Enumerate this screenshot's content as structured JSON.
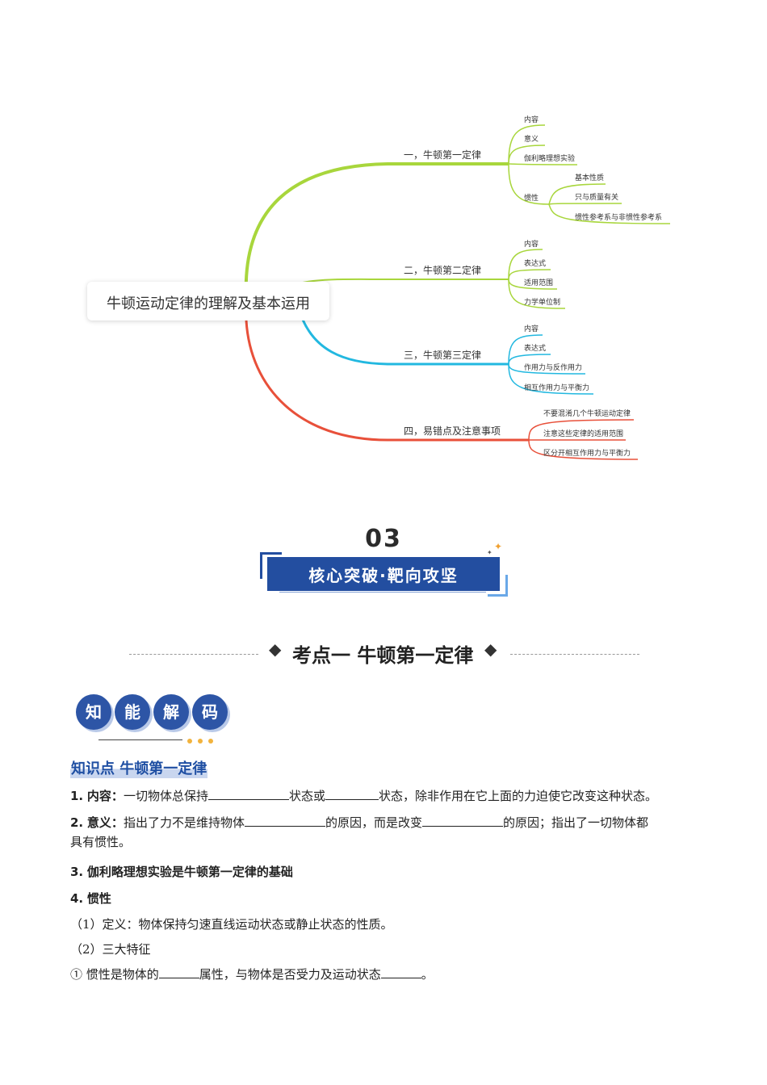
{
  "mindmap": {
    "root": "牛顿运动定律的理解及基本运用",
    "branch1": {
      "label": "一，牛顿第一定律",
      "items": [
        "内容",
        "意义",
        "伽利略理想实验",
        "惯性"
      ],
      "sub": [
        "基本性质",
        "只与质量有关",
        "惯性参考系与非惯性参考系"
      ]
    },
    "branch2": {
      "label": "二，牛顿第二定律",
      "items": [
        "内容",
        "表达式",
        "适用范围",
        "力学单位制"
      ]
    },
    "branch3": {
      "label": "三，牛顿第三定律",
      "items": [
        "内容",
        "表达式",
        "作用力与反作用力",
        "相互作用力与平衡力"
      ]
    },
    "branch4": {
      "label": "四，易错点及注意事项",
      "items": [
        "不要混淆几个牛顿运动定律",
        "注意这些定律的适用范围",
        "区分开相互作用力与平衡力"
      ]
    },
    "colors": {
      "branch1": "#a8d63c",
      "branch2": "#a8d63c",
      "branch3": "#22b8e0",
      "branch4": "#e8503a"
    }
  },
  "section": {
    "number": "03",
    "banner": "核心突破·靶向攻坚",
    "banner_color": "#234ea0"
  },
  "topic": {
    "title": "考点一 牛顿第一定律"
  },
  "badge": {
    "chars": [
      "知",
      "能",
      "解",
      "码"
    ]
  },
  "knowledge": {
    "heading": "知识点  牛顿第一定律",
    "p1": {
      "num": "1.",
      "label": "内容：",
      "text_a": "一切物体总保持",
      "text_b": "状态或",
      "text_c": "状态，除非作用在它上面的力迫使它改变这种状态。"
    },
    "p2": {
      "num": "2.",
      "label": "意义：",
      "text_a": "指出了力不是维持物体",
      "text_b": "的原因，而是改变",
      "text_c": "的原因；指出了一切物体都",
      "text_d": "具有惯性。"
    },
    "p3": {
      "num": "3.",
      "text": "伽利略理想实验是牛顿第一定律的基础"
    },
    "p4": {
      "num": "4.",
      "text": "惯性"
    },
    "p5": "（1）定义：物体保持匀速直线运动状态或静止状态的性质。",
    "p6": "（2）三大特征",
    "p7": {
      "text_a": "① 惯性是物体的",
      "text_b": "属性，与物体是否受力及运动状态",
      "text_c": "。"
    }
  }
}
